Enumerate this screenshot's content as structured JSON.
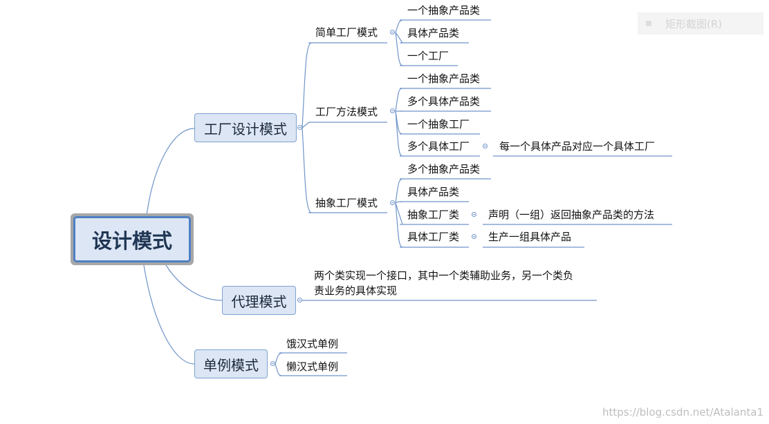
{
  "root": "设计模式",
  "branches": {
    "factory": "工厂设计模式",
    "proxy": "代理模式",
    "singleton": "单例模式"
  },
  "factory": {
    "simple": {
      "label": "简单工厂模式",
      "items": [
        "一个抽象产品类",
        "具体产品类",
        "一个工厂"
      ]
    },
    "method": {
      "label": "工厂方法模式",
      "items": [
        "一个抽象产品类",
        "多个具体产品类",
        "一个抽象工厂",
        "多个具体工厂"
      ],
      "note": "每一个具体产品对应一个具体工厂"
    },
    "abstract": {
      "label": "抽象工厂模式",
      "items": [
        "多个抽象产品类",
        "具体产品类",
        "抽象工厂类",
        "具体工厂类"
      ],
      "note_abstract": "声明（一组）返回抽象产品类的方法",
      "note_concrete": "生产一组具体产品"
    }
  },
  "proxy": {
    "desc_line1": "两个类实现一个接口，其中一个类辅助业务，另一个类负",
    "desc_line2": "责业务的具体实现"
  },
  "singleton": {
    "items": [
      "饿汉式单例",
      "懒汉式单例"
    ]
  },
  "overlay": {
    "ghost_label": "矩形截图(R)",
    "watermark": "https://blog.csdn.net/Atalanta1"
  }
}
